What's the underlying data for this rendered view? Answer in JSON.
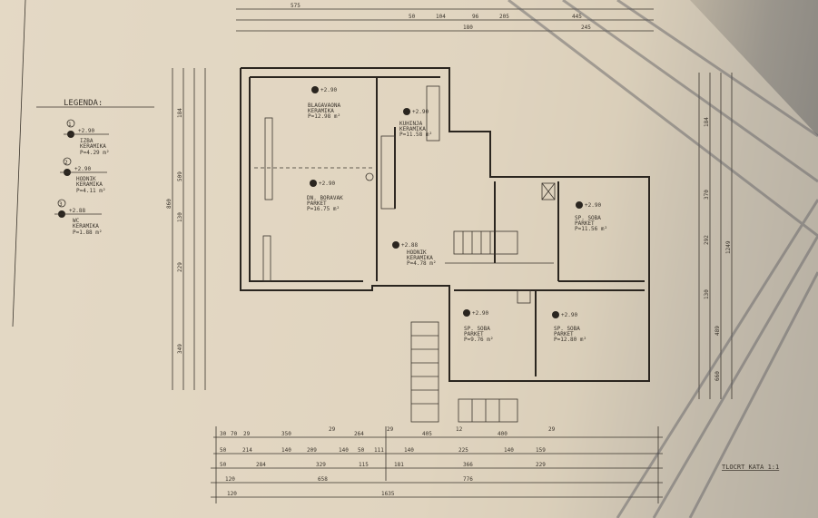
{
  "legend": {
    "title": "LEGENDA:",
    "items": [
      {
        "num": "1",
        "level": "+2.90",
        "room": "IZBA",
        "floor": "KERAMIKA",
        "area": "P=4.29 m²"
      },
      {
        "num": "2",
        "level": "+2.90",
        "room": "HODNIK",
        "floor": "KERAMIKA",
        "area": "P=4.11 m²"
      },
      {
        "num": "3",
        "level": "+2.88",
        "room": "WC",
        "floor": "KERAMIKA",
        "area": "P=1.88 m²"
      }
    ]
  },
  "rooms": [
    {
      "level": "+2.90",
      "name": "BLAGAVAONA",
      "floor": "KERAMIKA",
      "area": "P=12.98 m²"
    },
    {
      "level": "+2.90",
      "name": "KUHINJA",
      "floor": "KERAMIKA",
      "area": "P=11.58 m²"
    },
    {
      "level": "+2.90",
      "name": "DN. BORAVAK",
      "floor": "PARKET",
      "area": "P=16.75 m²"
    },
    {
      "level": "+2.90",
      "name": "SP. SOBA",
      "floor": "PARKET",
      "area": "P=11.56 m²"
    },
    {
      "level": "+2.90",
      "name": "SP. SOBA",
      "floor": "PARKET",
      "area": "P=9.76 m²"
    },
    {
      "level": "+2.90",
      "name": "SP. SOBA",
      "floor": "PARKET",
      "area": "P=12.80 m²"
    },
    {
      "level": "+2.88",
      "name": "HODNIK",
      "floor": "KERAMIKA",
      "area": "P=4.78 m²"
    }
  ],
  "dimensions": {
    "row1": [
      "30",
      "70",
      "29",
      "350",
      "29",
      "264",
      "29",
      "405",
      "12",
      "400",
      "29"
    ],
    "row2": [
      "50",
      "214",
      "140",
      "209",
      "140",
      "50",
      "111",
      "140",
      "225",
      "140",
      "159"
    ],
    "row3": [
      "50",
      "284",
      "329",
      "115",
      "181",
      "366",
      "229"
    ],
    "row4": [
      "120",
      "658",
      "776"
    ],
    "row5": [
      "120",
      "1635"
    ],
    "top": [
      "575",
      "50",
      "104",
      "96",
      "205",
      "445",
      "180",
      "245"
    ],
    "left": [
      "184",
      "509",
      "130",
      "229",
      "349",
      "860"
    ],
    "right": [
      "184",
      "370",
      "292",
      "130",
      "489",
      "660",
      "1249"
    ]
  },
  "title": "TLOCRT KATA 1:1"
}
